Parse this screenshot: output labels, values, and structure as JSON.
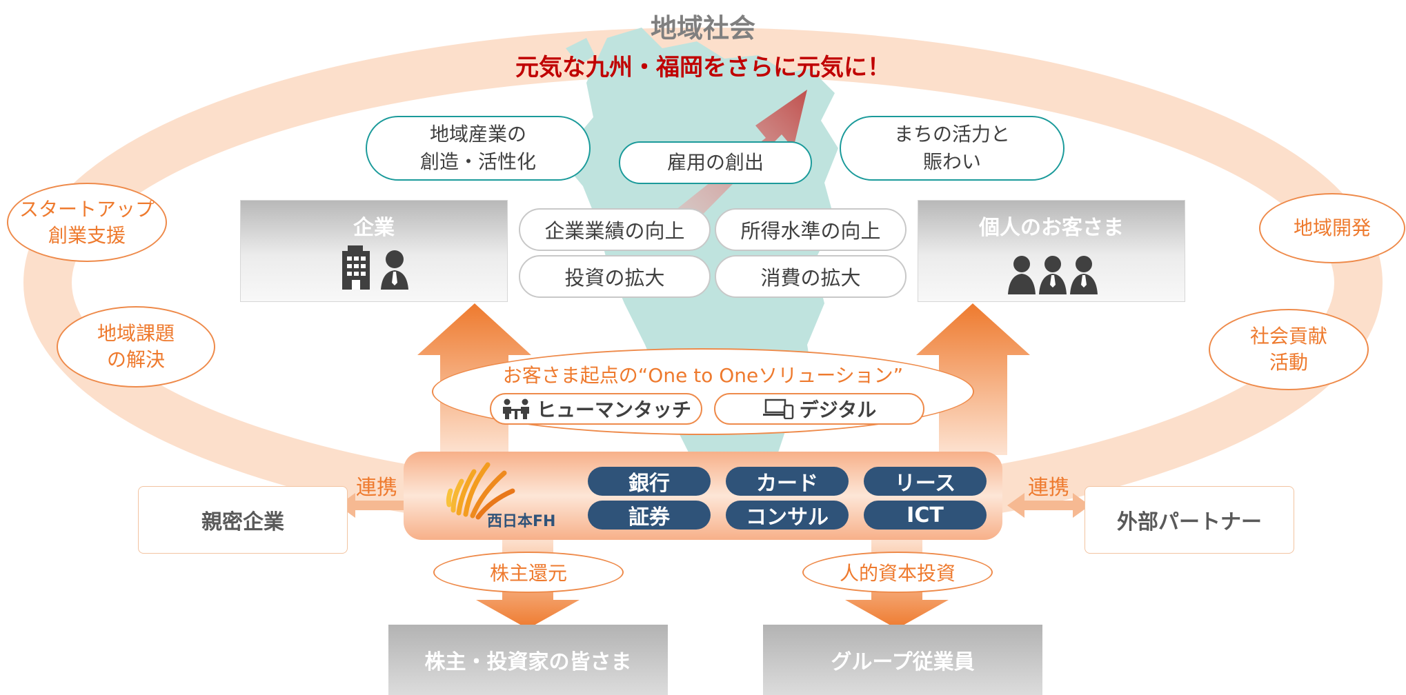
{
  "header": {
    "title": "地域社会",
    "slogan": "元気な九州・福岡をさらに元気に！"
  },
  "goals": {
    "industry": "地域産業の\n創造・活性化",
    "employment": "雇用の創出",
    "town": "まちの活力と\n賑わい"
  },
  "ring_labels": {
    "startup": "スタートアップ\n創業支援",
    "issues": "地域課題\nの解決",
    "development": "地域開発",
    "contribution": "社会貢献\n活動"
  },
  "customers": {
    "corporate": "企業",
    "individual": "個人のお客さま"
  },
  "effects": {
    "corp_performance": "企業業績の向上",
    "income": "所得水準の向上",
    "investment": "投資の拡大",
    "consumption": "消費の拡大"
  },
  "solution": {
    "title": "お客さま起点の“One to Oneソリューション”",
    "human_touch": "ヒューマンタッチ",
    "digital": "デジタル"
  },
  "hub": {
    "logo_text": "西日本FH",
    "services": [
      "銀行",
      "カード",
      "リース",
      "証券",
      "コンサル",
      "ICT"
    ]
  },
  "partners": {
    "link_label": "連携",
    "left": "親密企業",
    "right": "外部パートナー"
  },
  "returns": {
    "shareholder": "株主還元",
    "human_capital": "人的資本投資"
  },
  "stakeholders": {
    "investors": "株主・投資家の皆さま",
    "employees": "グループ従業員"
  },
  "colors": {
    "teal": "#1a9a9a",
    "orange": "#ee7a2e",
    "navy": "#2f5379",
    "red": "#c00000",
    "map": "#bfe3de"
  },
  "icons": {
    "corporate": "building-person-icon",
    "individual": "people-group-icon",
    "human_touch": "meeting-people-icon",
    "digital": "laptop-phone-icon",
    "logo": "sun-rays-logo",
    "map": "kyushu-map"
  }
}
